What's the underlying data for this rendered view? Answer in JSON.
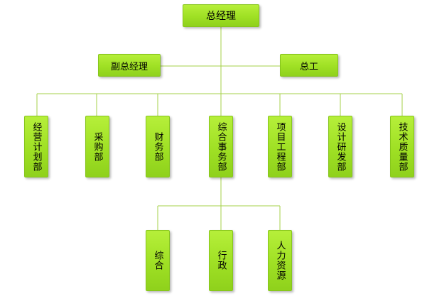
{
  "org_chart": {
    "root": "总经理",
    "deputies": {
      "left": "副总经理",
      "right": "总工"
    },
    "departments": [
      "经营计划部",
      "采购部",
      "财务部",
      "综合事务部",
      "项目工程部",
      "设计研发部",
      "技术质量部"
    ],
    "sub_units": [
      "综合",
      "行政",
      "人力资源"
    ]
  },
  "colors": {
    "box_fill": "#a6e52a",
    "box_border": "#86c51c",
    "line": "#a6d24a"
  }
}
